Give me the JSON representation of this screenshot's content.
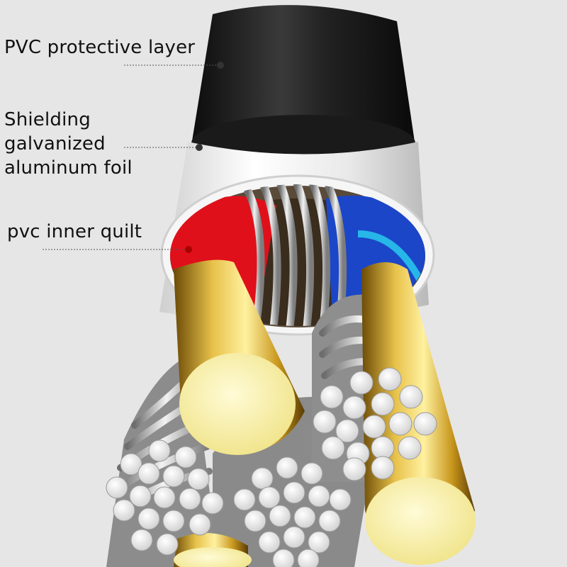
{
  "labels": {
    "pvc_protective_layer": "PVC protective layer",
    "shielding_foil": "Shielding galvanized aluminum foil",
    "pvc_inner_quilt": "pvc inner quilt"
  },
  "colors": {
    "background": "#e6e6e6",
    "outer_jacket": "#151515",
    "foil": "#f4f4f4",
    "red_insulation": "#e0101a",
    "blue_insulation": "#1b46c8",
    "cyan_accent": "#27b6e8",
    "gold_conductor": "#c8961c",
    "gold_face": "#f7efa6",
    "strand_silver": "#d8d8d8"
  },
  "icons": [
    "leader-dot-icon"
  ]
}
